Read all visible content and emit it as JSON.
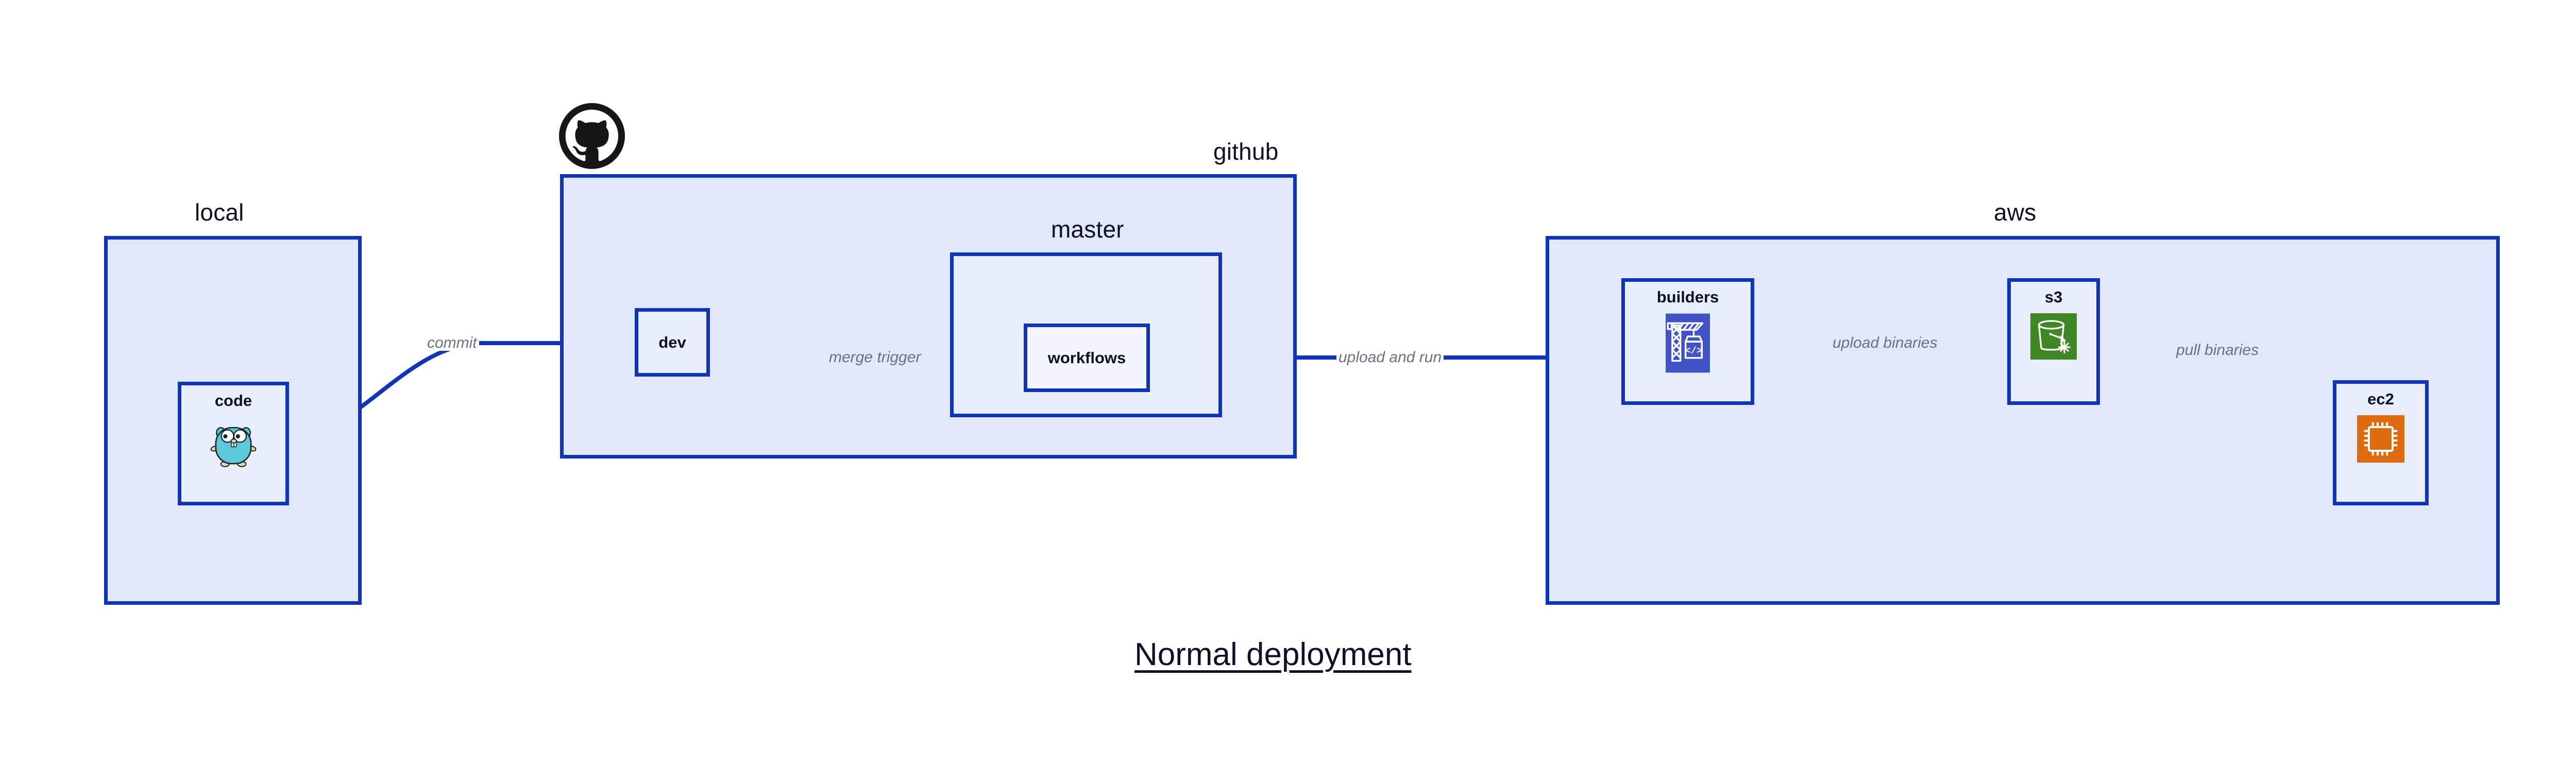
{
  "diagram": {
    "title": "Normal deployment",
    "groups": [
      {
        "id": "local",
        "label": "local"
      },
      {
        "id": "github",
        "label": "github"
      },
      {
        "id": "master",
        "label": "master"
      },
      {
        "id": "aws",
        "label": "aws"
      }
    ],
    "nodes": [
      {
        "id": "code",
        "label": "code",
        "icon": "go-gopher-icon"
      },
      {
        "id": "dev",
        "label": "dev",
        "icon": "none"
      },
      {
        "id": "workflows",
        "label": "workflows",
        "icon": "none"
      },
      {
        "id": "builders",
        "label": "builders",
        "icon": "aws-codebuild-icon"
      },
      {
        "id": "s3",
        "label": "s3",
        "icon": "aws-s3-glacier-icon"
      },
      {
        "id": "ec2",
        "label": "ec2",
        "icon": "aws-ec2-icon"
      }
    ],
    "edges": [
      {
        "id": "commit",
        "label": "commit",
        "from": "code",
        "to": "dev"
      },
      {
        "id": "merge-trigger",
        "label": "merge trigger",
        "from": "dev",
        "to": "workflows"
      },
      {
        "id": "upload-and-run",
        "label": "upload and run",
        "from": "workflows",
        "to": "builders"
      },
      {
        "id": "upload-binaries",
        "label": "upload binaries",
        "from": "builders",
        "to": "s3"
      },
      {
        "id": "pull-binaries",
        "label": "pull binaries",
        "from": "s3",
        "to": "ec2"
      }
    ],
    "logos": [
      {
        "id": "github-octocat",
        "name": "github-octocat-logo"
      }
    ],
    "colors": {
      "group_fill": "#e2e8fb",
      "node_fill": "#e9eefc",
      "stroke": "#1034b8",
      "text": "#0d1026",
      "edge_label": "#6b7086",
      "codebuild": "#4053c8",
      "s3": "#3f8624",
      "ec2": "#dd6b10",
      "gopher": "#5dc9d8"
    }
  }
}
